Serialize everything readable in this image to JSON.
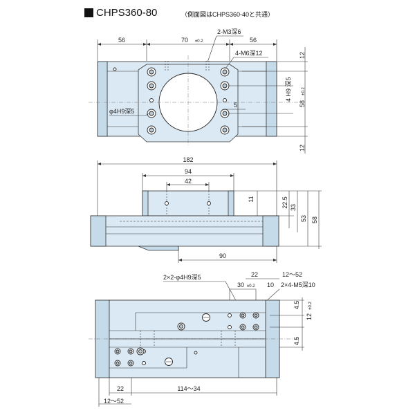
{
  "header": {
    "model": "CHPS360-80",
    "note": "（側面図はCHPS360-40と共通）"
  },
  "top_view": {
    "dim_left": "56",
    "dim_middle": "70",
    "dim_middle_tol": "±0.2",
    "dim_right": "56",
    "label_m3": "2-M3深6",
    "label_m6": "4-M6深12",
    "label_h9_hole": "φ4H9深5",
    "label_h9_v": "4 H9 深5",
    "dim_5": "5",
    "dim_12_top": "12",
    "dim_58": "58",
    "dim_58_tol": "±0.2",
    "dim_12_bottom": "12"
  },
  "side_view": {
    "dim_182": "182",
    "dim_94": "94",
    "dim_42": "42",
    "dim_11": "11",
    "dim_22_5": "22.5",
    "dim_33": "33",
    "dim_53": "53",
    "dim_58": "58",
    "dim_90": "90"
  },
  "bottom_view": {
    "label_h9": "2×2-φ4H9深5",
    "dim_22_top": "22",
    "dim_12_52_top": "12～52",
    "dim_30": "30",
    "dim_30_tol": "±0.2",
    "dim_10": "10",
    "label_m5": "2×4-M5深10",
    "dim_4_5_top": "4.5",
    "dim_12_r": "12",
    "dim_12_r_tol": "±0.2",
    "dim_4_5_bottom": "4.5",
    "dim_22_bottom": "22",
    "dim_114_34": "114～34",
    "dim_12_52_bottom": "12～52"
  }
}
